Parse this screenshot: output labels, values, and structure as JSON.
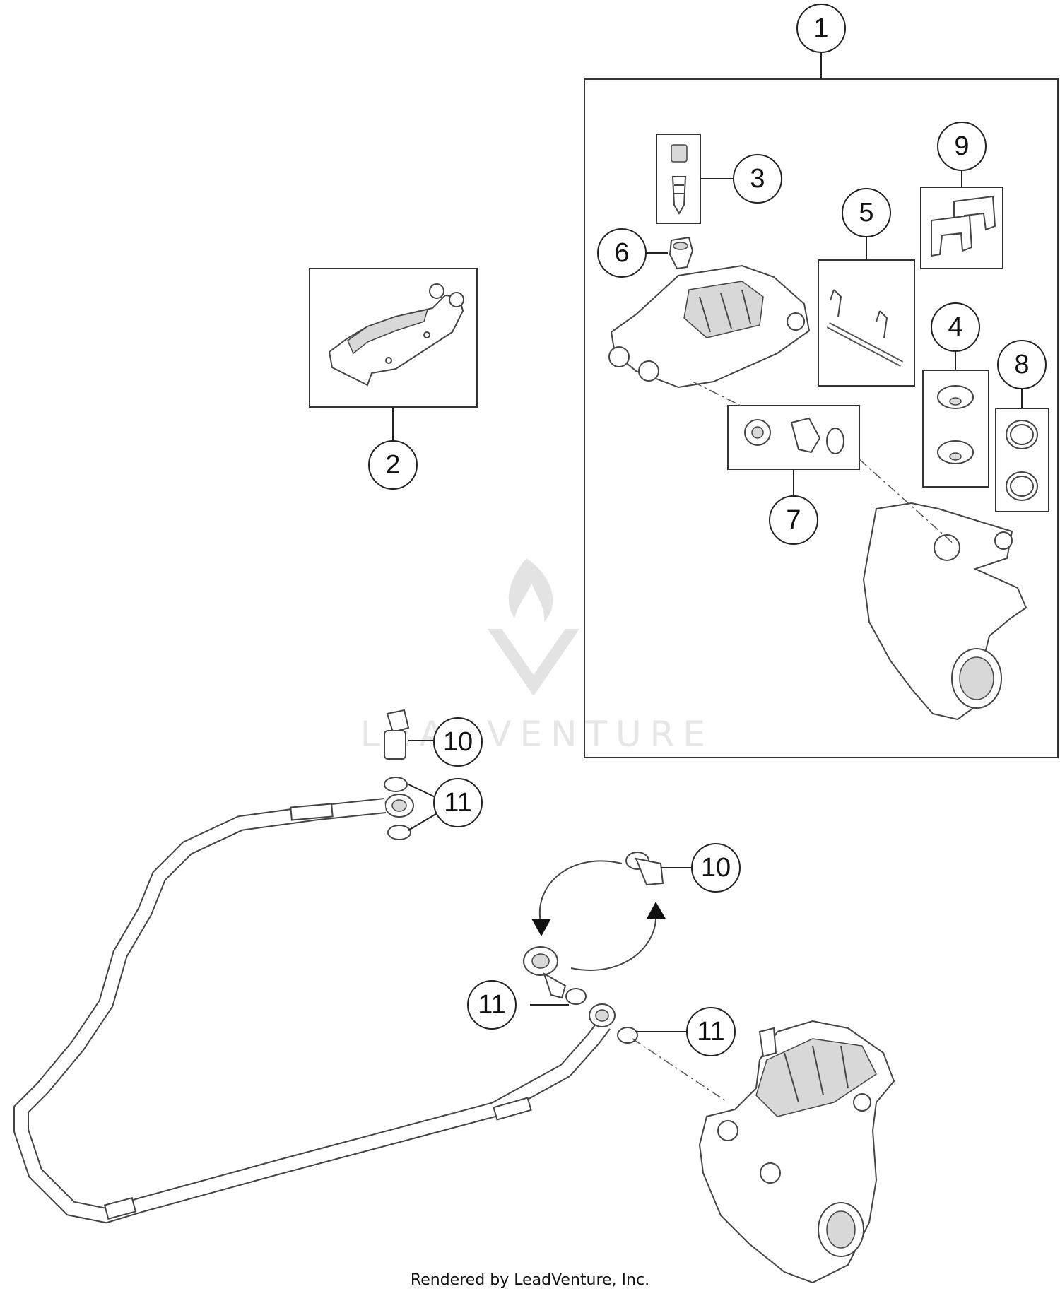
{
  "callouts": {
    "c1": "1",
    "c2": "2",
    "c3": "3",
    "c4": "4",
    "c5": "5",
    "c6": "6",
    "c7": "7",
    "c8": "8",
    "c9": "9",
    "c10a": "10",
    "c10b": "10",
    "c11a": "11",
    "c11b": "11",
    "c11c": "11"
  },
  "watermark": {
    "text": "LEADVENTURE",
    "icon": "leadventure-flame-logo"
  },
  "footer": {
    "text": "Rendered by LeadVenture, Inc."
  },
  "colors": {
    "line": "#444444",
    "background": "#ffffff"
  }
}
